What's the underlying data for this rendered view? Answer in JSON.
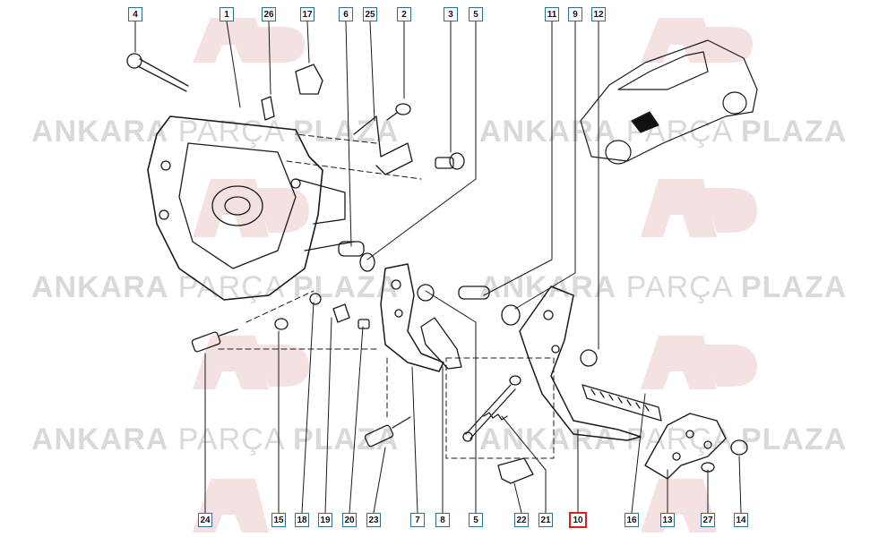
{
  "watermark": {
    "brand_bold_1": "ANKARA",
    "brand_light": "PARÇA",
    "brand_bold_2": "PLAZA"
  },
  "callouts": {
    "c4": "4",
    "c1": "1",
    "c26": "26",
    "c17": "17",
    "c6": "6",
    "c25": "25",
    "c2": "2",
    "c3": "3",
    "c5top": "5",
    "c11": "11",
    "c9": "9",
    "c12": "12",
    "c24": "24",
    "c15": "15",
    "c18": "18",
    "c19": "19",
    "c20": "20",
    "c23": "23",
    "c7": "7",
    "c8": "8",
    "c5bot": "5",
    "c22": "22",
    "c21": "21",
    "c10": "10",
    "c16": "16",
    "c13": "13",
    "c27": "27",
    "c14": "14"
  },
  "colors": {
    "line": "#1a1a1a",
    "callout_border": "#2f6f93",
    "highlight": "#e41b1b",
    "watermark": "#d9d9d9"
  },
  "icons": {
    "logo": "ap-logo-watermark",
    "vehicle": "hatchback-car-icon"
  }
}
